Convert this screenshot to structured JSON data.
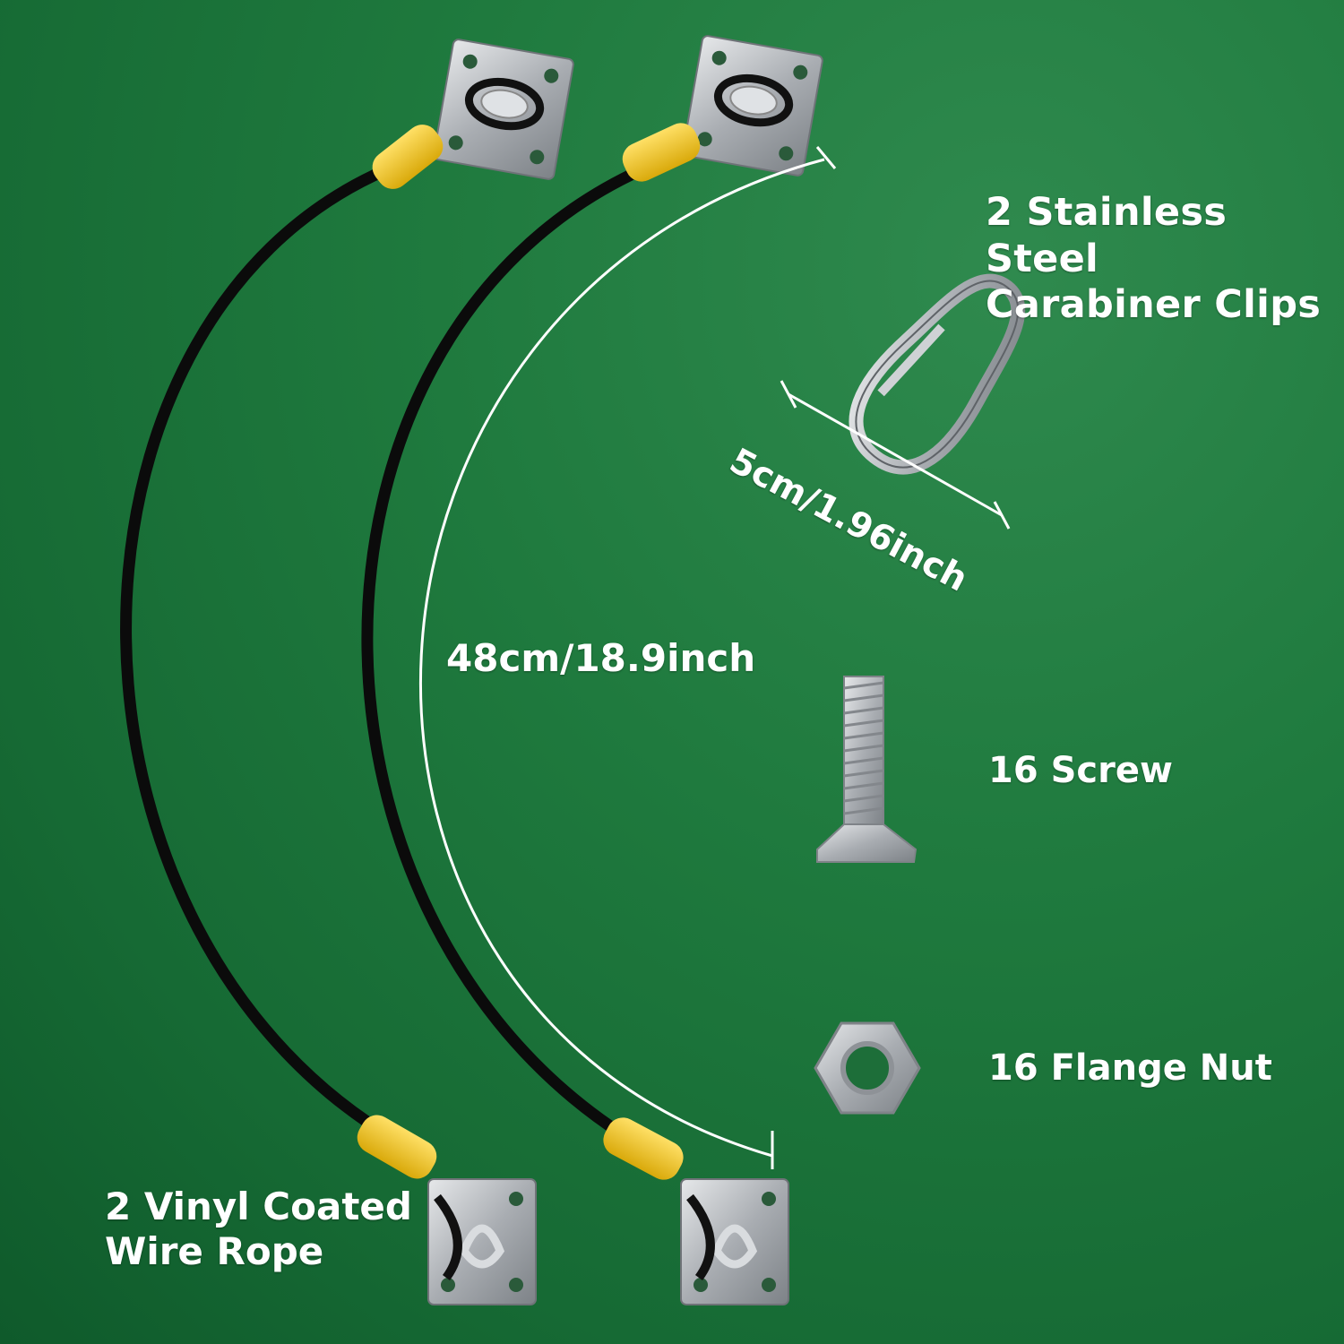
{
  "labels": {
    "carabiner": [
      "2 Stainless Steel",
      "Carabiner Clips"
    ],
    "rope": [
      "2 Vinyl Coated",
      "Wire Rope"
    ],
    "rope_length": "48cm/18.9inch",
    "clip_size": "5cm/1.96inch",
    "screw": "16 Screw",
    "nut": "16 Flange Nut"
  },
  "colors": {
    "background": "#1f7a3e",
    "cable": "#0b0b0b",
    "sleeve": "#f2c318",
    "steel": "#b9bcc0",
    "text": "#ffffff"
  }
}
